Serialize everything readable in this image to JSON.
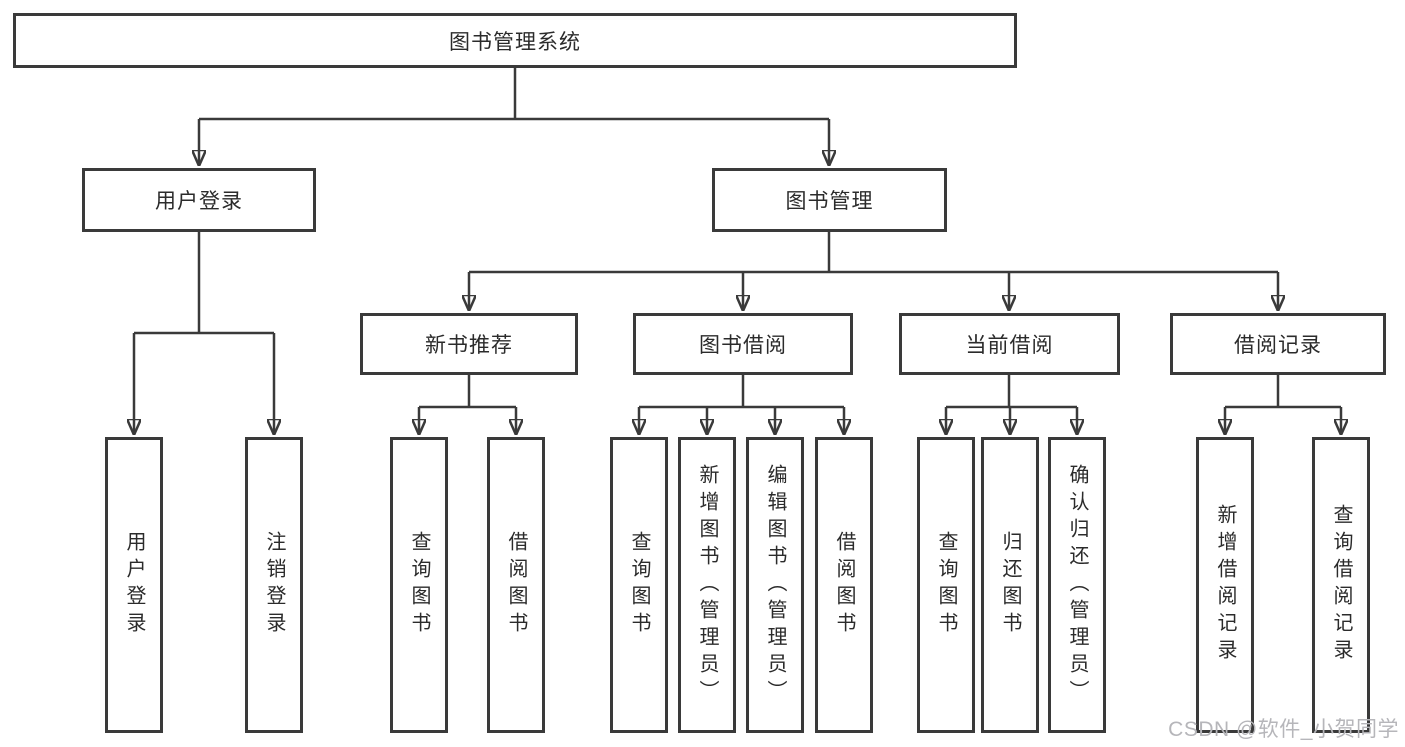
{
  "diagram": {
    "root": {
      "label": "图书管理系统"
    },
    "level2": [
      {
        "label": "用户登录"
      },
      {
        "label": "图书管理"
      }
    ],
    "level3": [
      {
        "label": "新书推荐"
      },
      {
        "label": "图书借阅"
      },
      {
        "label": "当前借阅"
      },
      {
        "label": "借阅记录"
      }
    ],
    "leaves": {
      "user_login": [
        "用户登录",
        "注销登录"
      ],
      "new_book": [
        "查询图书",
        "借阅图书"
      ],
      "borrow": [
        "查询图书",
        "新增图书（管理员）",
        "编辑图书（管理员）",
        "借阅图书"
      ],
      "current": [
        "查询图书",
        "归还图书",
        "确认归还（管理员）"
      ],
      "records": [
        "新增借阅记录",
        "查询借阅记录"
      ]
    }
  },
  "watermark": {
    "text": "CSDN @软件_小贺同学",
    "color": "#b6b6ba"
  },
  "colors": {
    "line": "#3a3a3a",
    "box_border": "#3a3a3a",
    "text": "#2b2b2b",
    "background": "#ffffff"
  }
}
